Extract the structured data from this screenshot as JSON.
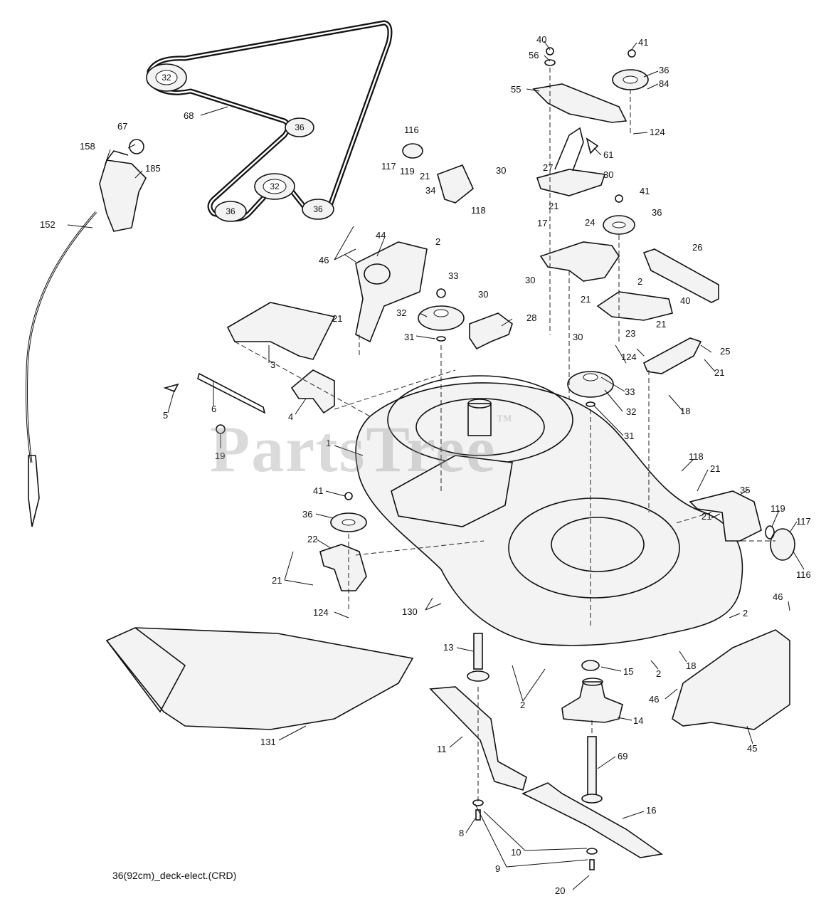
{
  "diagram": {
    "caption": "36(92cm)_deck-elect.(CRD)",
    "watermark": "PartsTree",
    "watermark_mark": "™",
    "belt_pulleys": [
      {
        "id": "belt-pulley-32-top",
        "label": "32"
      },
      {
        "id": "belt-pulley-36-right",
        "label": "36"
      },
      {
        "id": "belt-pulley-32-center",
        "label": "32"
      },
      {
        "id": "belt-pulley-36-bottom-left",
        "label": "36"
      },
      {
        "id": "belt-pulley-36-bottom-right",
        "label": "36"
      }
    ],
    "callouts": [
      {
        "id": "c40-top",
        "label": "40"
      },
      {
        "id": "c41-top",
        "label": "41"
      },
      {
        "id": "c56",
        "label": "56"
      },
      {
        "id": "c36-top",
        "label": "36"
      },
      {
        "id": "c84",
        "label": "84"
      },
      {
        "id": "c55",
        "label": "55"
      },
      {
        "id": "c124-top",
        "label": "124"
      },
      {
        "id": "c61",
        "label": "61"
      },
      {
        "id": "c30-a",
        "label": "30"
      },
      {
        "id": "c27",
        "label": "27"
      },
      {
        "id": "c30-b",
        "label": "30"
      },
      {
        "id": "c41-mid",
        "label": "41"
      },
      {
        "id": "c36-mid",
        "label": "36"
      },
      {
        "id": "c17",
        "label": "17"
      },
      {
        "id": "c21-a",
        "label": "21"
      },
      {
        "id": "c24",
        "label": "24"
      },
      {
        "id": "c26",
        "label": "26"
      },
      {
        "id": "c2-a",
        "label": "2"
      },
      {
        "id": "c40-mid",
        "label": "40"
      },
      {
        "id": "c21-b",
        "label": "21"
      },
      {
        "id": "c67",
        "label": "67"
      },
      {
        "id": "c158",
        "label": "158"
      },
      {
        "id": "c185",
        "label": "185"
      },
      {
        "id": "c68",
        "label": "68"
      },
      {
        "id": "c152",
        "label": "152"
      },
      {
        "id": "c116-top",
        "label": "116"
      },
      {
        "id": "c117-top",
        "label": "117"
      },
      {
        "id": "c119-top",
        "label": "119"
      },
      {
        "id": "c21-c",
        "label": "21"
      },
      {
        "id": "c34",
        "label": "34"
      },
      {
        "id": "c118-top",
        "label": "118"
      },
      {
        "id": "c2-b",
        "label": "2"
      },
      {
        "id": "c46-a",
        "label": "46"
      },
      {
        "id": "c44",
        "label": "44"
      },
      {
        "id": "c33-a",
        "label": "33"
      },
      {
        "id": "c30-c",
        "label": "30"
      },
      {
        "id": "c30-d",
        "label": "30"
      },
      {
        "id": "c32-a",
        "label": "32"
      },
      {
        "id": "c31-a",
        "label": "31"
      },
      {
        "id": "c28",
        "label": "28"
      },
      {
        "id": "c21-d",
        "label": "21"
      },
      {
        "id": "c23",
        "label": "23"
      },
      {
        "id": "c21-e",
        "label": "21"
      },
      {
        "id": "c30-e",
        "label": "30"
      },
      {
        "id": "c124-mid",
        "label": "124"
      },
      {
        "id": "c25",
        "label": "25"
      },
      {
        "id": "c21-f",
        "label": "21"
      },
      {
        "id": "c33-b",
        "label": "33"
      },
      {
        "id": "c32-b",
        "label": "32"
      },
      {
        "id": "c18-a",
        "label": "18"
      },
      {
        "id": "c31-b",
        "label": "31"
      },
      {
        "id": "c21-g",
        "label": "21"
      },
      {
        "id": "c3",
        "label": "3"
      },
      {
        "id": "c5",
        "label": "5"
      },
      {
        "id": "c6",
        "label": "6"
      },
      {
        "id": "c4",
        "label": "4"
      },
      {
        "id": "c19",
        "label": "19"
      },
      {
        "id": "c1",
        "label": "1"
      },
      {
        "id": "c118-mid",
        "label": "118"
      },
      {
        "id": "c21-h",
        "label": "21"
      },
      {
        "id": "c35",
        "label": "35"
      },
      {
        "id": "c21-i",
        "label": "21"
      },
      {
        "id": "c119-mid",
        "label": "119"
      },
      {
        "id": "c117-mid",
        "label": "117"
      },
      {
        "id": "c116-mid",
        "label": "116"
      },
      {
        "id": "c41-low",
        "label": "41"
      },
      {
        "id": "c36-low",
        "label": "36"
      },
      {
        "id": "c22",
        "label": "22"
      },
      {
        "id": "c21-j",
        "label": "21"
      },
      {
        "id": "c124-low",
        "label": "124"
      },
      {
        "id": "c130",
        "label": "130"
      },
      {
        "id": "c2-c",
        "label": "2"
      },
      {
        "id": "c46-b",
        "label": "46"
      },
      {
        "id": "c13",
        "label": "13"
      },
      {
        "id": "c15",
        "label": "15"
      },
      {
        "id": "c2-d",
        "label": "2"
      },
      {
        "id": "c18-b",
        "label": "18"
      },
      {
        "id": "c2-e",
        "label": "2"
      },
      {
        "id": "c46-c",
        "label": "46"
      },
      {
        "id": "c14",
        "label": "14"
      },
      {
        "id": "c45",
        "label": "45"
      },
      {
        "id": "c131",
        "label": "131"
      },
      {
        "id": "c11",
        "label": "11"
      },
      {
        "id": "c69",
        "label": "69"
      },
      {
        "id": "c16",
        "label": "16"
      },
      {
        "id": "c8",
        "label": "8"
      },
      {
        "id": "c10",
        "label": "10"
      },
      {
        "id": "c9",
        "label": "9"
      },
      {
        "id": "c20",
        "label": "20"
      }
    ]
  }
}
